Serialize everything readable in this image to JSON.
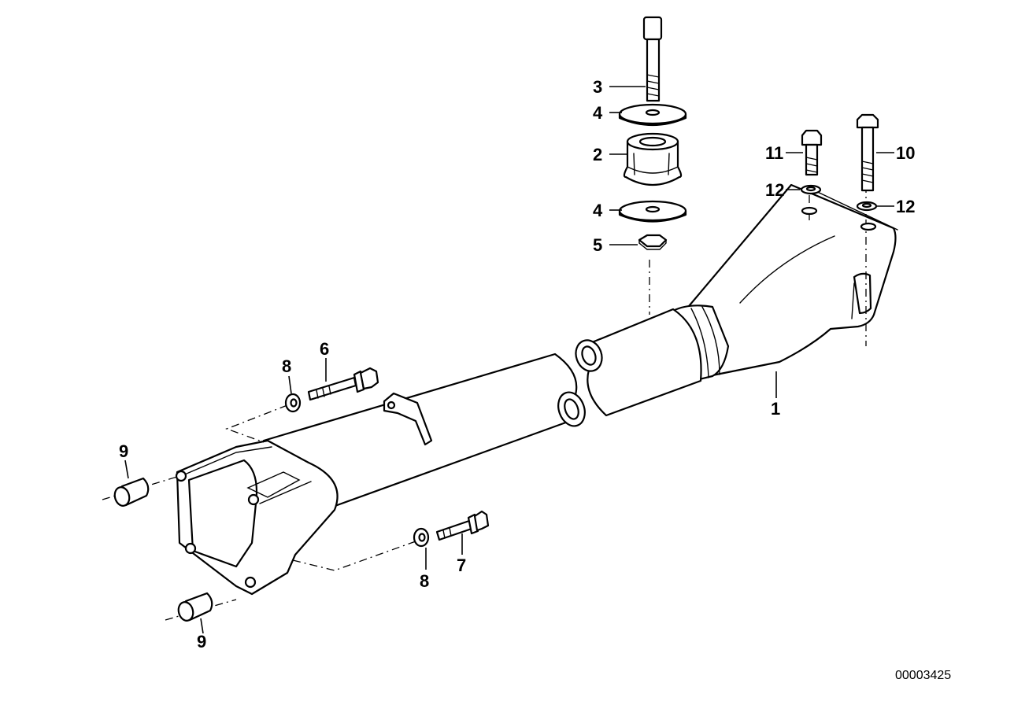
{
  "callouts": {
    "c1": "1",
    "c2": "2",
    "c3": "3",
    "c4a": "4",
    "c4b": "4",
    "c5": "5",
    "c6": "6",
    "c7": "7",
    "c8a": "8",
    "c8b": "8",
    "c9a": "9",
    "c9b": "9",
    "c10": "10",
    "c11": "11",
    "c12a": "12",
    "c12b": "12"
  },
  "document_number": "00003425"
}
